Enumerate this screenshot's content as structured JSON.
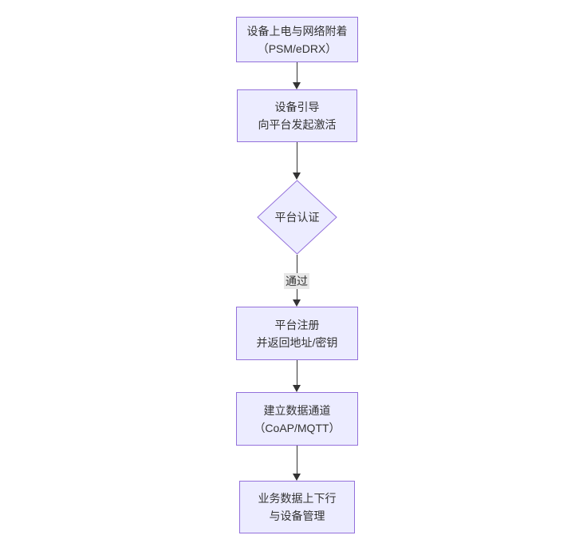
{
  "diagram": {
    "type": "flowchart",
    "direction": "top-down",
    "theme": {
      "background": "#ffffff",
      "node_fill": "#ECECFF",
      "node_border": "#9370DB",
      "text_color": "#333333",
      "edge_color": "#333333",
      "label_bg": "#e8e8e8"
    },
    "nodes": [
      {
        "id": "power-attach",
        "shape": "rect",
        "lines": [
          "设备上电与网络附着",
          "（PSM/eDRX）"
        ]
      },
      {
        "id": "bootstrap",
        "shape": "rect",
        "lines": [
          "设备引导",
          "向平台发起激活"
        ]
      },
      {
        "id": "platform-auth",
        "shape": "diamond",
        "lines": [
          "平台认证"
        ]
      },
      {
        "id": "register",
        "shape": "rect",
        "lines": [
          "平台注册",
          "并返回地址/密钥"
        ]
      },
      {
        "id": "data-channel",
        "shape": "rect",
        "lines": [
          "建立数据通道",
          "（CoAP/MQTT）"
        ]
      },
      {
        "id": "business-data",
        "shape": "rect",
        "lines": [
          "业务数据上下行",
          "与设备管理"
        ]
      }
    ],
    "edges": [
      {
        "from": "power-attach",
        "to": "bootstrap",
        "label": ""
      },
      {
        "from": "bootstrap",
        "to": "platform-auth",
        "label": ""
      },
      {
        "from": "platform-auth",
        "to": "register",
        "label": "通过"
      },
      {
        "from": "register",
        "to": "data-channel",
        "label": ""
      },
      {
        "from": "data-channel",
        "to": "business-data",
        "label": ""
      }
    ]
  }
}
